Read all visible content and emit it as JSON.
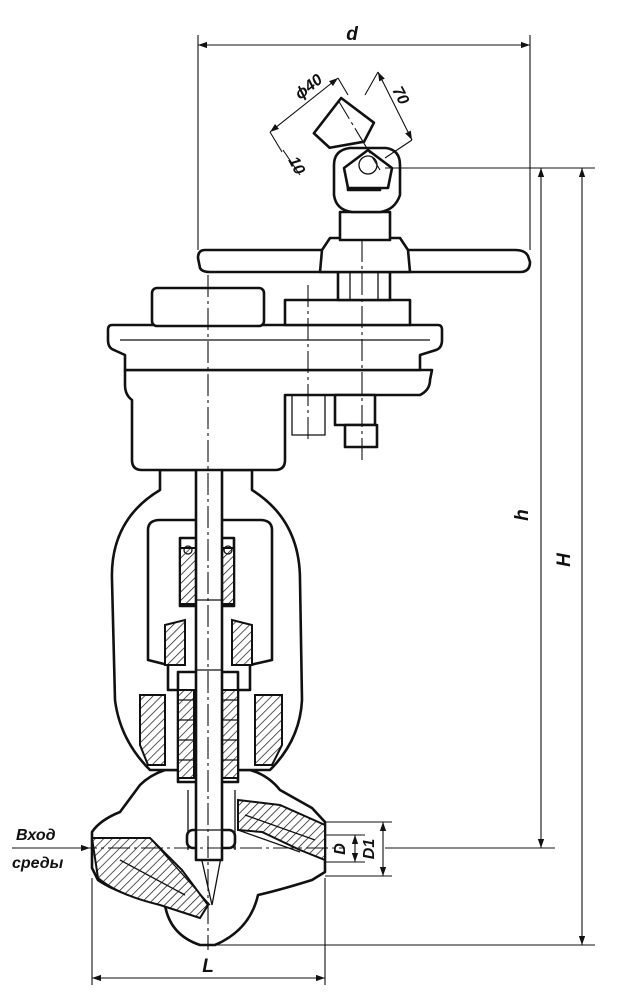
{
  "labels": {
    "d": "d",
    "phi40": "ϕ40",
    "d70": "70",
    "d10": "10",
    "h": "h",
    "H": "H",
    "D": "D",
    "D1": "D1",
    "L": "L",
    "inlet_line1": "Вход",
    "inlet_line2": "среды"
  },
  "colors": {
    "ink": "#111111",
    "paper": "#ffffff"
  }
}
